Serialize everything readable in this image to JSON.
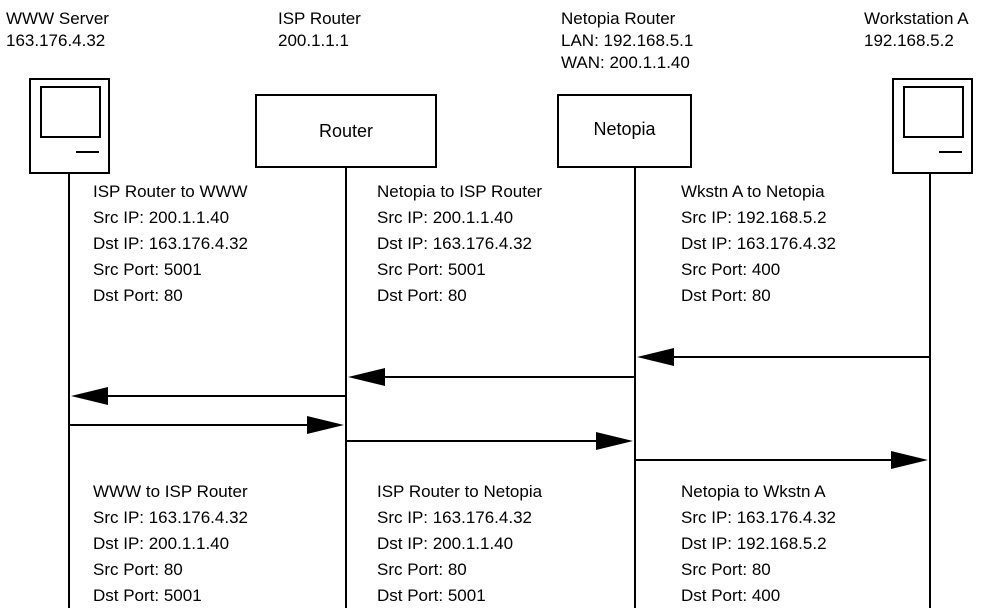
{
  "nodes": {
    "www": {
      "title": "WWW Server",
      "lines": [
        "163.176.4.32"
      ]
    },
    "isp": {
      "title": "ISP Router",
      "lines": [
        "200.1.1.1"
      ],
      "box_label": "Router"
    },
    "netopia": {
      "title": "Netopia Router",
      "lines": [
        "LAN: 192.168.5.1",
        "WAN: 200.1.1.40"
      ],
      "box_label": "Netopia"
    },
    "wkstn": {
      "title": "Workstation A",
      "lines": [
        "192.168.5.2"
      ]
    }
  },
  "packets": {
    "isp_to_www": {
      "title": "ISP Router to WWW",
      "src_ip": "Src IP: 200.1.1.40",
      "dst_ip": "Dst IP: 163.176.4.32",
      "src_port": "Src Port: 5001",
      "dst_port": "Dst Port: 80"
    },
    "netopia_to_isp": {
      "title": "Netopia to ISP Router",
      "src_ip": "Src IP: 200.1.1.40",
      "dst_ip": "Dst IP: 163.176.4.32",
      "src_port": "Src Port: 5001",
      "dst_port": "Dst Port: 80"
    },
    "wkstn_to_netopia": {
      "title": "Wkstn A to Netopia",
      "src_ip": "Src IP: 192.168.5.2",
      "dst_ip": "Dst IP: 163.176.4.32",
      "src_port": "Src Port: 400",
      "dst_port": "Dst Port: 80"
    },
    "www_to_isp": {
      "title": "WWW to ISP Router",
      "src_ip": "Src IP: 163.176.4.32",
      "dst_ip": "Dst IP: 200.1.1.40",
      "src_port": "Src Port: 80",
      "dst_port": "Dst Port: 5001"
    },
    "isp_to_netopia": {
      "title": "ISP Router to Netopia",
      "src_ip": "Src IP: 163.176.4.32",
      "dst_ip": "Dst IP: 200.1.1.40",
      "src_port": "Src Port: 80",
      "dst_port": "Dst Port: 5001"
    },
    "netopia_to_wkstn": {
      "title": "Netopia to Wkstn A",
      "src_ip": "Src IP: 163.176.4.32",
      "dst_ip": "Dst IP: 192.168.5.2",
      "src_port": "Src Port: 80",
      "dst_port": "Dst Port: 400"
    }
  }
}
